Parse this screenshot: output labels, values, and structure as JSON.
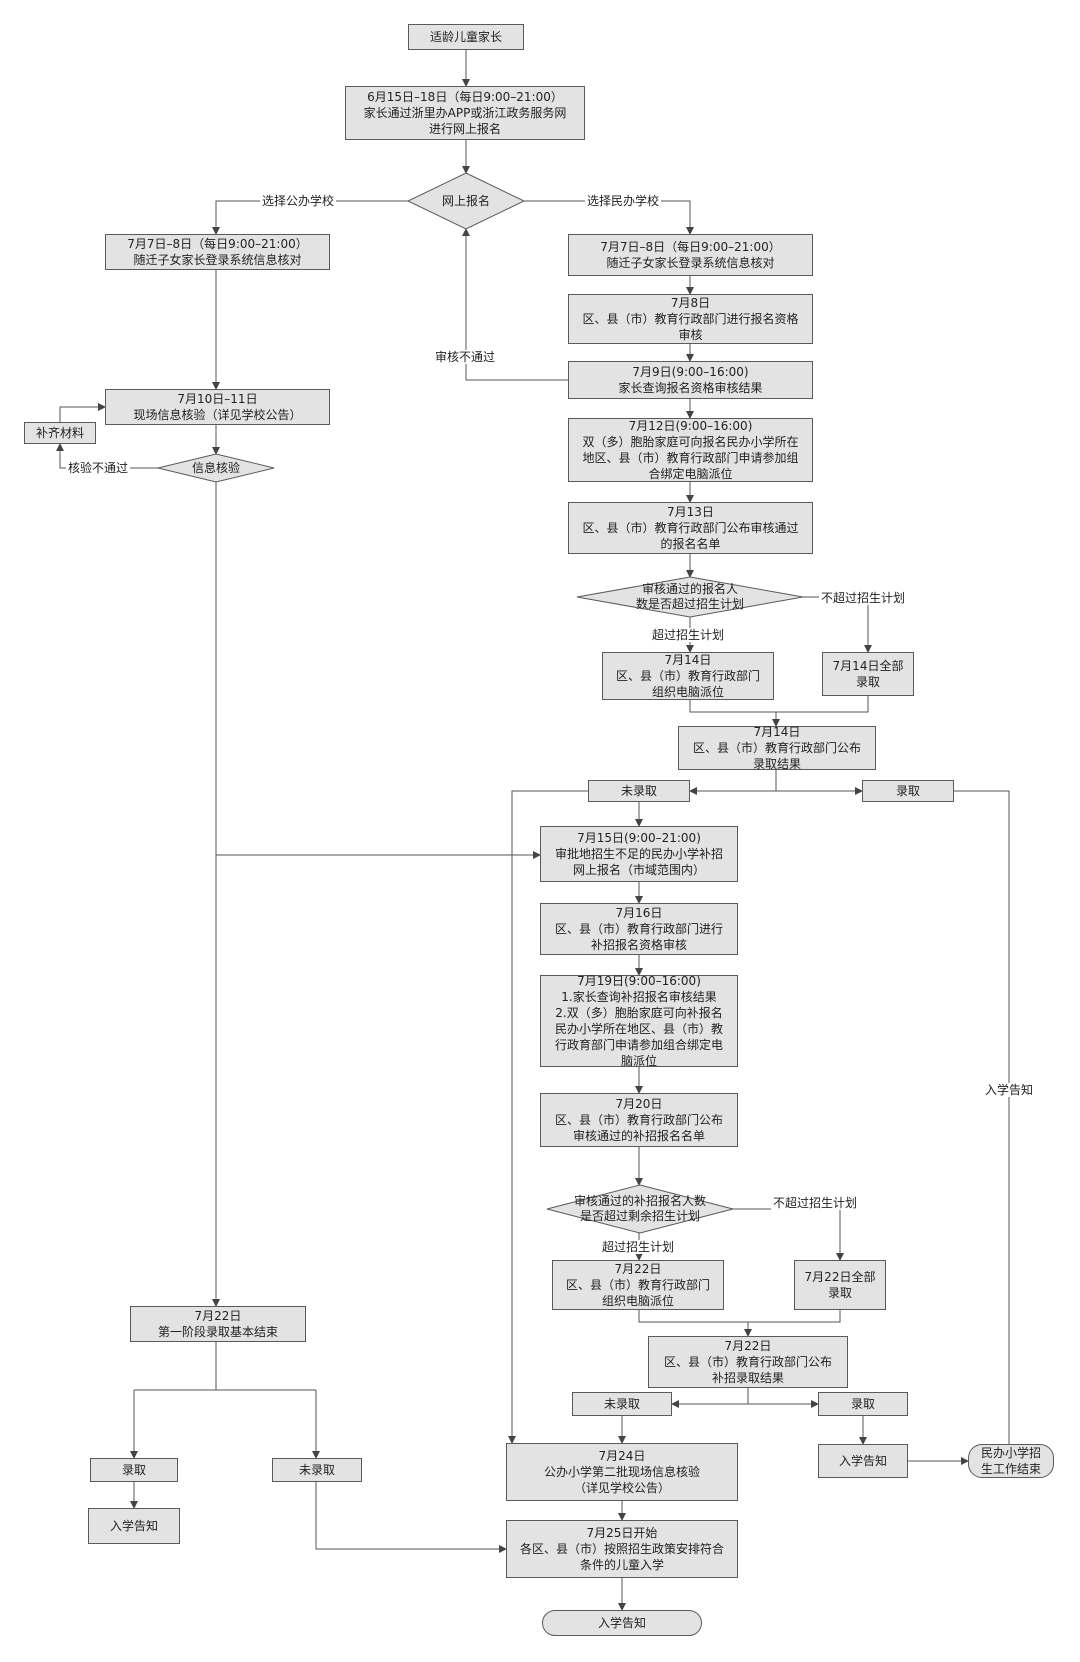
{
  "nodes": {
    "start": "适龄儿童家长",
    "online_reg": "6月15日–18日（每日9:00–21:00）\n家长通过浙里办APP或浙江政务服务网\n进行网上报名",
    "decision_online": "网上报名",
    "pub_verify": "7月7日–8日（每日9:00–21:00）\n随迁子女家长登录系统信息核对",
    "priv_verify": "7月7日–8日（每日9:00–21:00）\n随迁子女家长登录系统信息核对",
    "qual_review": "7月8日\n区、县（市）教育行政部门进行报名资格\n审核",
    "query_result": "7月9日(9:00–16:00)\n家长查询报名资格审核结果",
    "twins_bind": "7月12日(9:00–16:00)\n双（多）胞胎家庭可向报名民办小学所在\n地区、县（市）教育行政部门申请参加组\n合绑定电脑派位",
    "publish_list": "7月13日\n区、县（市）教育行政部门公布审核通过\n的报名名单",
    "decision_exceed": "审核通过的报名人\n数是否超过招生计划",
    "lottery_14": "7月14日\n区、县（市）教育行政部门\n组织电脑派位",
    "all_admit_14": "7月14日全部\n录取",
    "result_14": "7月14日\n区、县（市）教育行政部门公布\n录取结果",
    "not_admitted_1": "未录取",
    "admitted_1": "录取",
    "onsite_check": "7月10日–11日\n现场信息核验（详见学校公告）",
    "supplement": "补齐材料",
    "decision_info": "信息核验",
    "supp_online": "7月15日(9:00–21:00)\n审批地招生不足的民办小学补招\n网上报名（市域范围内）",
    "supp_review": "7月16日\n区、县（市）教育行政部门进行\n补招报名资格审核",
    "supp_query": "7月19日(9:00–16:00)\n1.家长查询补招报名审核结果\n2.双（多）胞胎家庭可向补报名\n民办小学所在地区、县（市）教\n行政育部门申请参加组合绑定电\n脑派位",
    "supp_list": "7月20日\n区、县（市）教育行政部门公布\n审核通过的补招报名名单",
    "decision_supp": "审核通过的补招报名人数\n是否超过剩余招生计划",
    "lottery_22": "7月22日\n区、县（市）教育行政部门\n组织电脑派位",
    "all_admit_22": "7月22日全部\n录取",
    "result_22": "7月22日\n区、县（市）教育行政部门公布\n补招录取结果",
    "not_admitted_2": "未录取",
    "admitted_2": "录取",
    "notice_2": "入学告知",
    "private_end": "民办小学招\n生工作结束",
    "stage1_end": "7月22日\n第一阶段录取基本结束",
    "admitted_3": "录取",
    "notice_3": "入学告知",
    "not_admitted_3": "未录取",
    "second_check": "7月24日\n公办小学第二批现场信息核验\n（详见学校公告）",
    "from_25": "7月25日开始\n各区、县（市）按照招生政策安排符合\n条件的儿童入学",
    "final_notice": "入学告知"
  },
  "edge_labels": {
    "choose_public": "选择公办学校",
    "choose_private": "选择民办学校",
    "review_failed": "审核不通过",
    "check_failed": "核验不通过",
    "not_exceed_1": "不超过招生计划",
    "exceed_1": "超过招生计划",
    "not_exceed_2": "不超过招生计划",
    "exceed_2": "超过招生计划",
    "notice_right": "入学告知"
  }
}
